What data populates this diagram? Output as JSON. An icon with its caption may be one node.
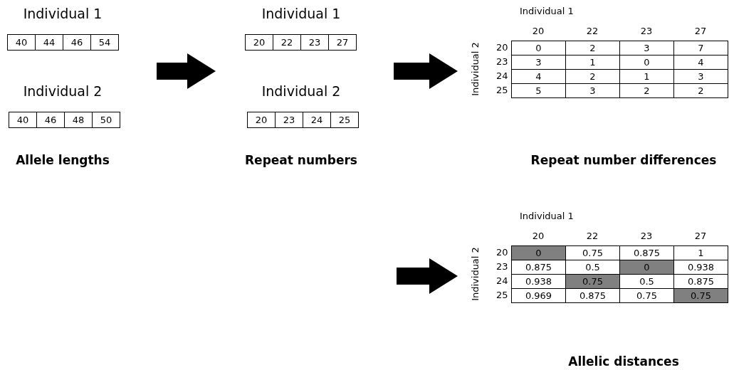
{
  "diagram": {
    "nodes": [
      {
        "text": [
          "Allele lengths"
        ]
      },
      {
        "text": [
          "Individual 1",
          "40",
          "44",
          "46",
          "54"
        ],
        "in": 0
      },
      {
        "text": [
          "Individual 2",
          "40",
          "46",
          "48",
          "50"
        ],
        "in": 0
      },
      {
        "text": [
          "Repeat numbers"
        ]
      },
      {
        "text": [
          "Individual 1",
          "20",
          "22",
          "23",
          "27"
        ],
        "in": 3
      },
      {
        "text": [
          "Individual 2",
          "20",
          "23",
          "24",
          "25"
        ],
        "in": 3
      },
      {
        "text": [
          "Repeat number differences"
        ]
      },
      {
        "text": [
          "Allelic distances"
        ]
      }
    ],
    "edges": [
      {
        "from": 0,
        "to": 3,
        "arrow": "to"
      },
      {
        "from": 3,
        "to": 6,
        "arrow": "to"
      },
      {
        "from": null,
        "to": 7,
        "arrow": "to"
      }
    ],
    "labels": [
      "Individual 1",
      "20",
      "22",
      "23",
      "27",
      "Individual 2",
      "20",
      "0",
      "2",
      "3",
      "7",
      "23",
      "3",
      "1",
      "0",
      "4",
      "24",
      "4",
      "2",
      "1",
      "3",
      "25",
      "5",
      "3",
      "2",
      "2",
      "Individual 1",
      "20",
      "22",
      "23",
      "27",
      "Individual 2",
      "20",
      "0",
      "0.75",
      "0.875",
      "1",
      "23",
      "0.875",
      "0.5",
      "0",
      "0.938",
      "24",
      "0.938",
      "0.75",
      "0.5",
      "0.875",
      "25",
      "0.969",
      "0.875",
      "0.75",
      "0.75"
    ]
  }
}
